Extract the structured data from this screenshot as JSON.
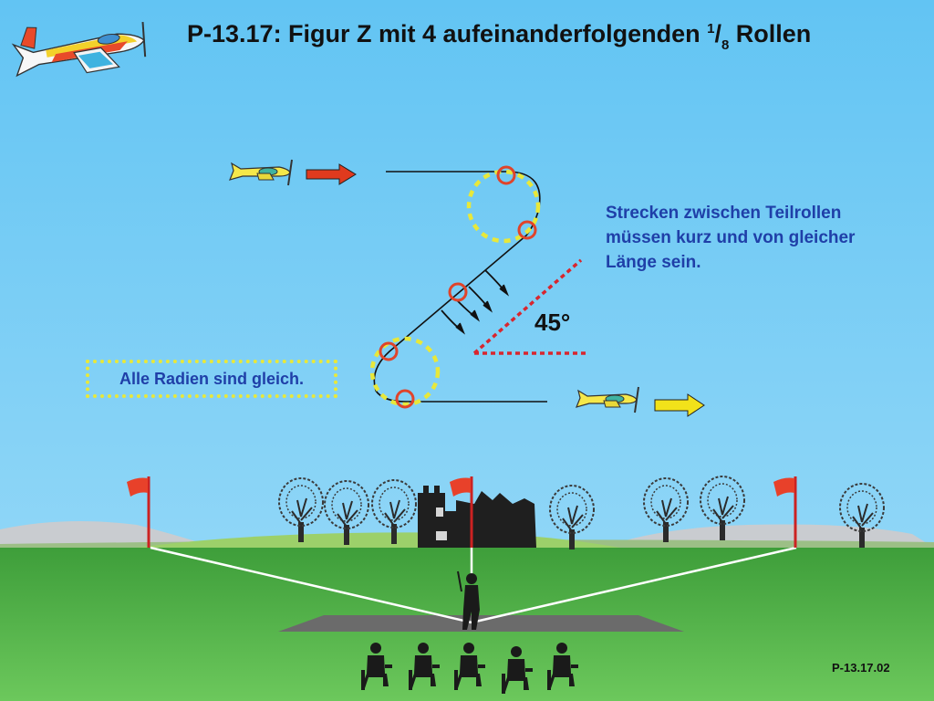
{
  "header": {
    "title_main": "P-13.17: Figur Z mit 4 aufeinanderfolgenden ",
    "title_frac_num": "1",
    "title_frac_sep": "/",
    "title_frac_den": "8",
    "title_end": " Rollen"
  },
  "annotations": {
    "segments_note": "Strecken zwischen Teilrollen müssen kurz und von gleicher Länge sein.",
    "radii_note": "Alle Radien sind gleich.",
    "angle_label": "45°"
  },
  "footer": {
    "figure_code": "P-13.17.02"
  },
  "colors": {
    "sky": "#66c7f4",
    "grass": "#55b84a",
    "roll_marker": "#e0442a",
    "entry_arrow": "#e03a1e",
    "exit_arrow": "#f2e21a",
    "radius_dots": "#e8e83a",
    "angle_dots": "#d8262e",
    "text_blue": "#1f3fa8"
  },
  "icons": [
    "plane-logo-icon",
    "plane-entry-icon",
    "plane-exit-icon",
    "flag-icon",
    "tree-icon",
    "castle-icon",
    "pilot-icon",
    "judge-icon"
  ]
}
